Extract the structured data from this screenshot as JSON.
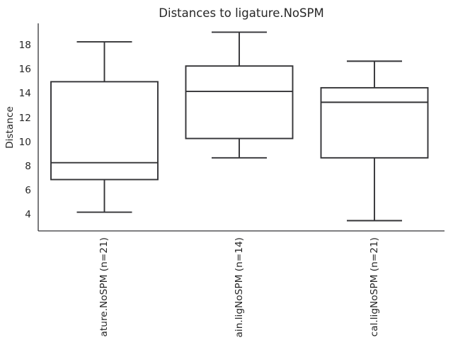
{
  "chart_data": {
    "type": "box",
    "title": "Distances to ligature.NoSPM",
    "ylabel": "Distance",
    "xlabel": "",
    "grid": false,
    "yticks": [
      4,
      6,
      8,
      10,
      12,
      14,
      16,
      18
    ],
    "ylim": [
      2.65,
      19.83
    ],
    "categories": [
      "ature.NoSPM (n=21)",
      "ain.ligNoSPM (n=14)",
      "cal.ligNoSPM (n=21)"
    ],
    "series": [
      {
        "name": "ature.NoSPM (n=21)",
        "n": 21,
        "whisker_low": 4.2,
        "q1": 6.9,
        "median": 8.3,
        "q3": 15.0,
        "whisker_high": 18.3,
        "outliers": []
      },
      {
        "name": "ain.ligNoSPM (n=14)",
        "n": 14,
        "whisker_low": 8.7,
        "q1": 10.3,
        "median": 14.2,
        "q3": 16.3,
        "whisker_high": 19.1,
        "outliers": []
      },
      {
        "name": "cal.ligNoSPM (n=21)",
        "n": 21,
        "whisker_low": 3.5,
        "q1": 8.7,
        "median": 13.3,
        "q3": 14.5,
        "whisker_high": 16.7,
        "outliers": []
      }
    ],
    "colors": {
      "line": "#333336",
      "text": "#262626",
      "background": "#ffffff"
    }
  }
}
